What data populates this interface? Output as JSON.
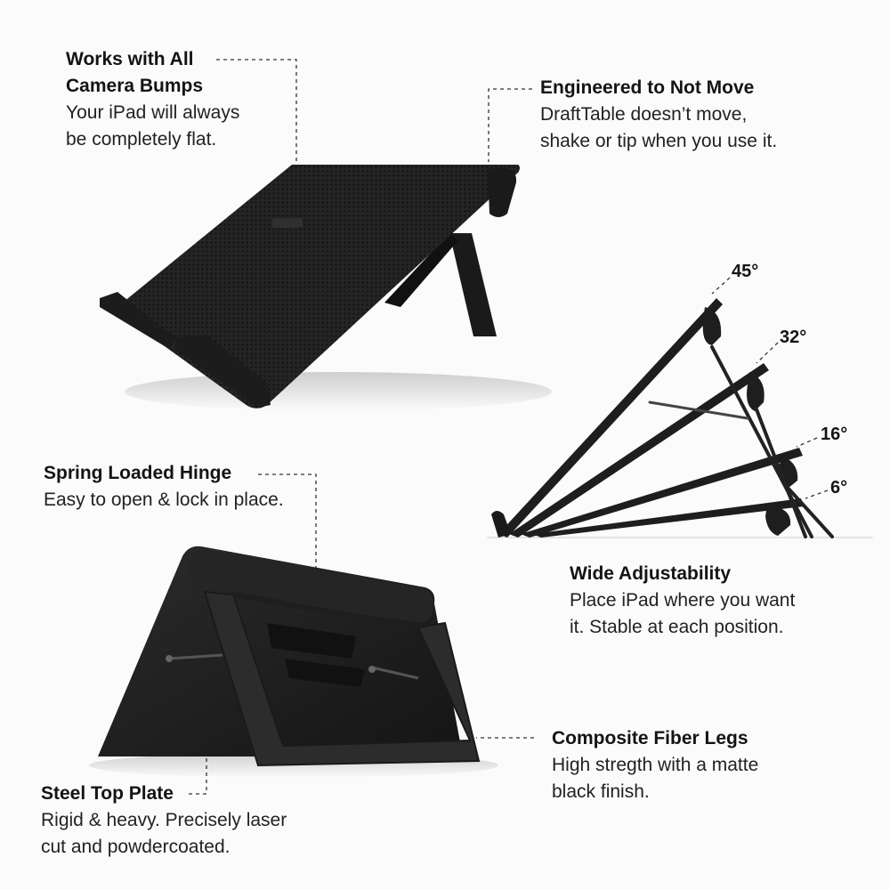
{
  "callouts": {
    "camera_bumps": {
      "title": [
        "Works with All",
        "Camera Bumps"
      ],
      "desc": [
        "Your iPad will always",
        "be completely flat."
      ]
    },
    "not_move": {
      "title": "Engineered to Not Move",
      "desc": [
        "DraftTable doesn’t move,",
        "shake or tip when you use it."
      ]
    },
    "hinge": {
      "title": "Spring Loaded Hinge",
      "desc": [
        "Easy to open & lock in place."
      ]
    },
    "adjustability": {
      "title": "Wide Adjustability",
      "desc": [
        "Place iPad where you want",
        "it. Stable at each position."
      ]
    },
    "legs": {
      "title": "Composite Fiber Legs",
      "desc": [
        "High stregth with a matte",
        "black finish."
      ]
    },
    "steel": {
      "title": "Steel Top Plate",
      "desc": [
        "Rigid & heavy. Precisely laser",
        "cut and powdercoated."
      ]
    }
  },
  "angles": [
    "45°",
    "32°",
    "16°",
    "6°"
  ],
  "colors": {
    "background": "#fbfbfb",
    "product": "#1e1e1e",
    "text": "#1b1b1b"
  }
}
